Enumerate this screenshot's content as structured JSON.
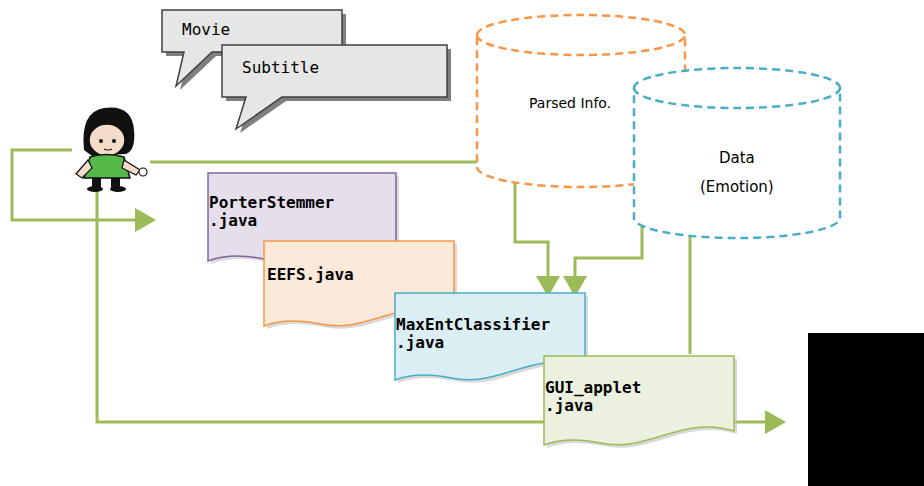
{
  "diagram": {
    "nodes": [
      {
        "text": [
          "Movie"
        ]
      },
      {
        "text": [
          "Subtitle"
        ]
      },
      {
        "text": [
          "Parsed Info."
        ]
      },
      {
        "text": [
          "Data (Emotion)"
        ]
      },
      {
        "text": [
          "PorterStemmer .java"
        ]
      },
      {
        "text": [
          "EEFS.java"
        ]
      },
      {
        "text": [
          "MaxEntClassifier .java"
        ]
      },
      {
        "text": [
          "GUI_applet .java"
        ]
      }
    ],
    "edges": [
      {
        "from": 2,
        "to": 6,
        "arrow": "to"
      },
      {
        "from": 3,
        "to": 6,
        "arrow": "to"
      },
      {
        "from": 3,
        "to": 7,
        "arrow": "none"
      }
    ]
  }
}
